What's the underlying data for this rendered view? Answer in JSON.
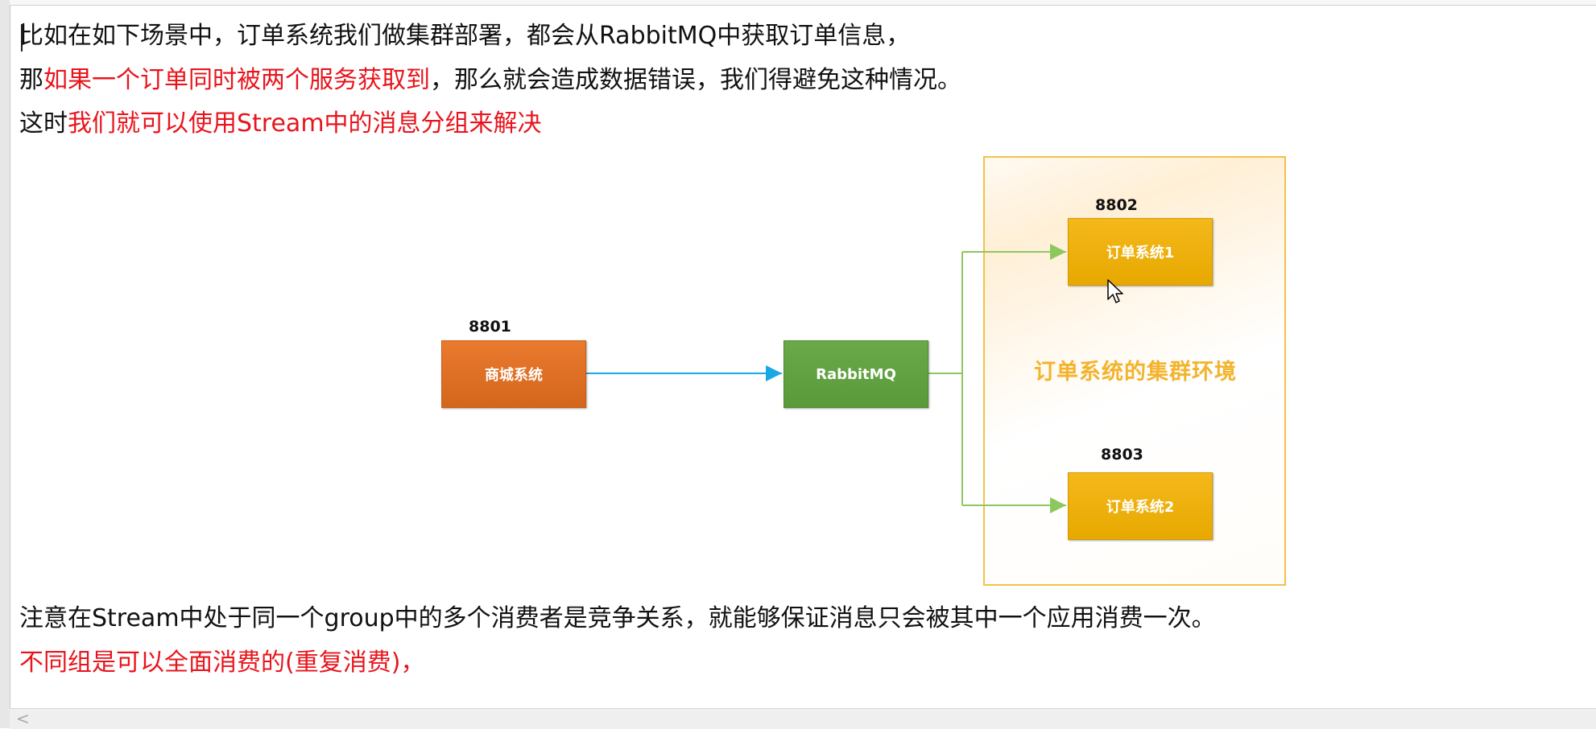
{
  "document": {
    "line1": "比如在如下场景中，订单系统我们做集群部署，都会从RabbitMQ中获取订单信息，",
    "line2_prefix": "那",
    "line2_red": "如果一个订单同时被两个服务获取到",
    "line2_suffix": "，那么就会造成数据错误，我们得避免这种情况。",
    "line3_prefix": "这时",
    "line3_red": "我们就可以使用Stream中的消息分组来解决",
    "line4": "注意在Stream中处于同一个group中的多个消费者是竞争关系，就能够保证消息只会被其中一个应用消费一次。",
    "line5_red": "不同组是可以全面消费的(重复消费)，"
  },
  "diagram": {
    "mall": {
      "port": "8801",
      "label": "商城系统"
    },
    "mq": {
      "label": "RabbitMQ"
    },
    "order1": {
      "port": "8802",
      "label": "订单系统1"
    },
    "order2": {
      "port": "8803",
      "label": "订单系统2"
    },
    "cluster_label": "订单系统的集群环境"
  },
  "colors": {
    "red_text": "#e8141c",
    "mall": "#e07328",
    "mq": "#62a244",
    "order": "#eeb00c",
    "cluster_label": "#f3b32c",
    "arrow_blue": "#1aa7e6",
    "arrow_green": "#8dc85f"
  },
  "scrollbar": {
    "left_arrow": "<"
  }
}
